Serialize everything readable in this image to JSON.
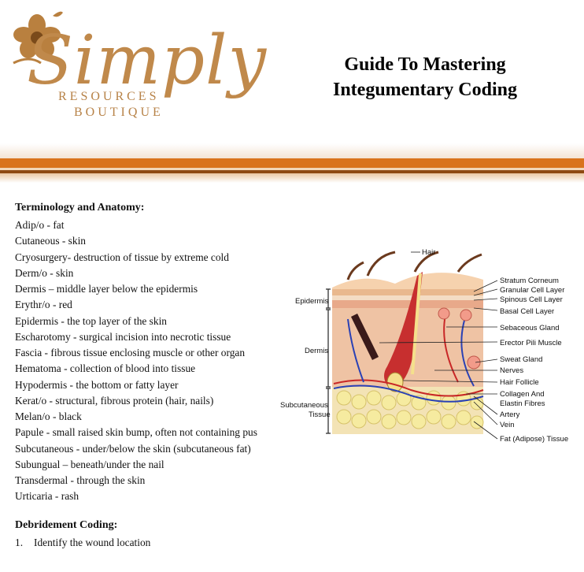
{
  "brand": {
    "script": "Simply",
    "line1": "RESOURCES",
    "line2": "BOUTIQUE"
  },
  "title": {
    "line1": "Guide To Mastering",
    "line2": "Integumentary Coding"
  },
  "terminology": {
    "heading": "Terminology and Anatomy:",
    "items": [
      "Adip/o - fat",
      "Cutaneous -  skin",
      "Cryosurgery- destruction of tissue by extreme cold",
      "Derm/o - skin",
      "Dermis – middle layer below the epidermis",
      "Erythr/o - red",
      "Epidermis - the top layer of the skin",
      "Escharotomy - surgical incision into necrotic tissue",
      "Fascia - fibrous tissue enclosing muscle or other organ",
      "Hematoma - collection of blood into tissue",
      "Hypodermis -  the bottom or fatty layer",
      "Kerat/o - structural, fibrous protein (hair, nails)",
      "Melan/o - black",
      "Papule - small raised skin bump, often not containing pus",
      "Subcutaneous - under/below the skin (subcutaneous fat)",
      "Subungual – beneath/under the nail",
      "Transdermal - through the skin",
      "Urticaria - rash"
    ]
  },
  "debridement": {
    "heading": "Debridement Coding:",
    "steps": [
      {
        "num": "1.",
        "text": "Identify the wound location"
      }
    ]
  },
  "diagram": {
    "left_labels": {
      "epidermis": "Epidermis",
      "dermis": "Dermis",
      "subcutaneous_1": "Subcutaneous",
      "subcutaneous_2": "Tissue"
    },
    "top_label": "Hair",
    "right_labels": {
      "stratum_corneum": "Stratum Corneum",
      "granular": "Granular Cell Layer",
      "spinous": "Spinous Cell Layer",
      "basal": "Basal Cell Layer",
      "sebaceous": "Sebaceous Gland",
      "erector": "Erector Pili Muscle",
      "sweat": "Sweat Gland",
      "nerves": "Nerves",
      "follicle": "Hair Follicle",
      "collagen_1": "Collagen And",
      "collagen_2": "Elastin Fibres",
      "artery": "Artery",
      "vein": "Vein",
      "fat": "Fat (Adipose) Tissue"
    }
  }
}
